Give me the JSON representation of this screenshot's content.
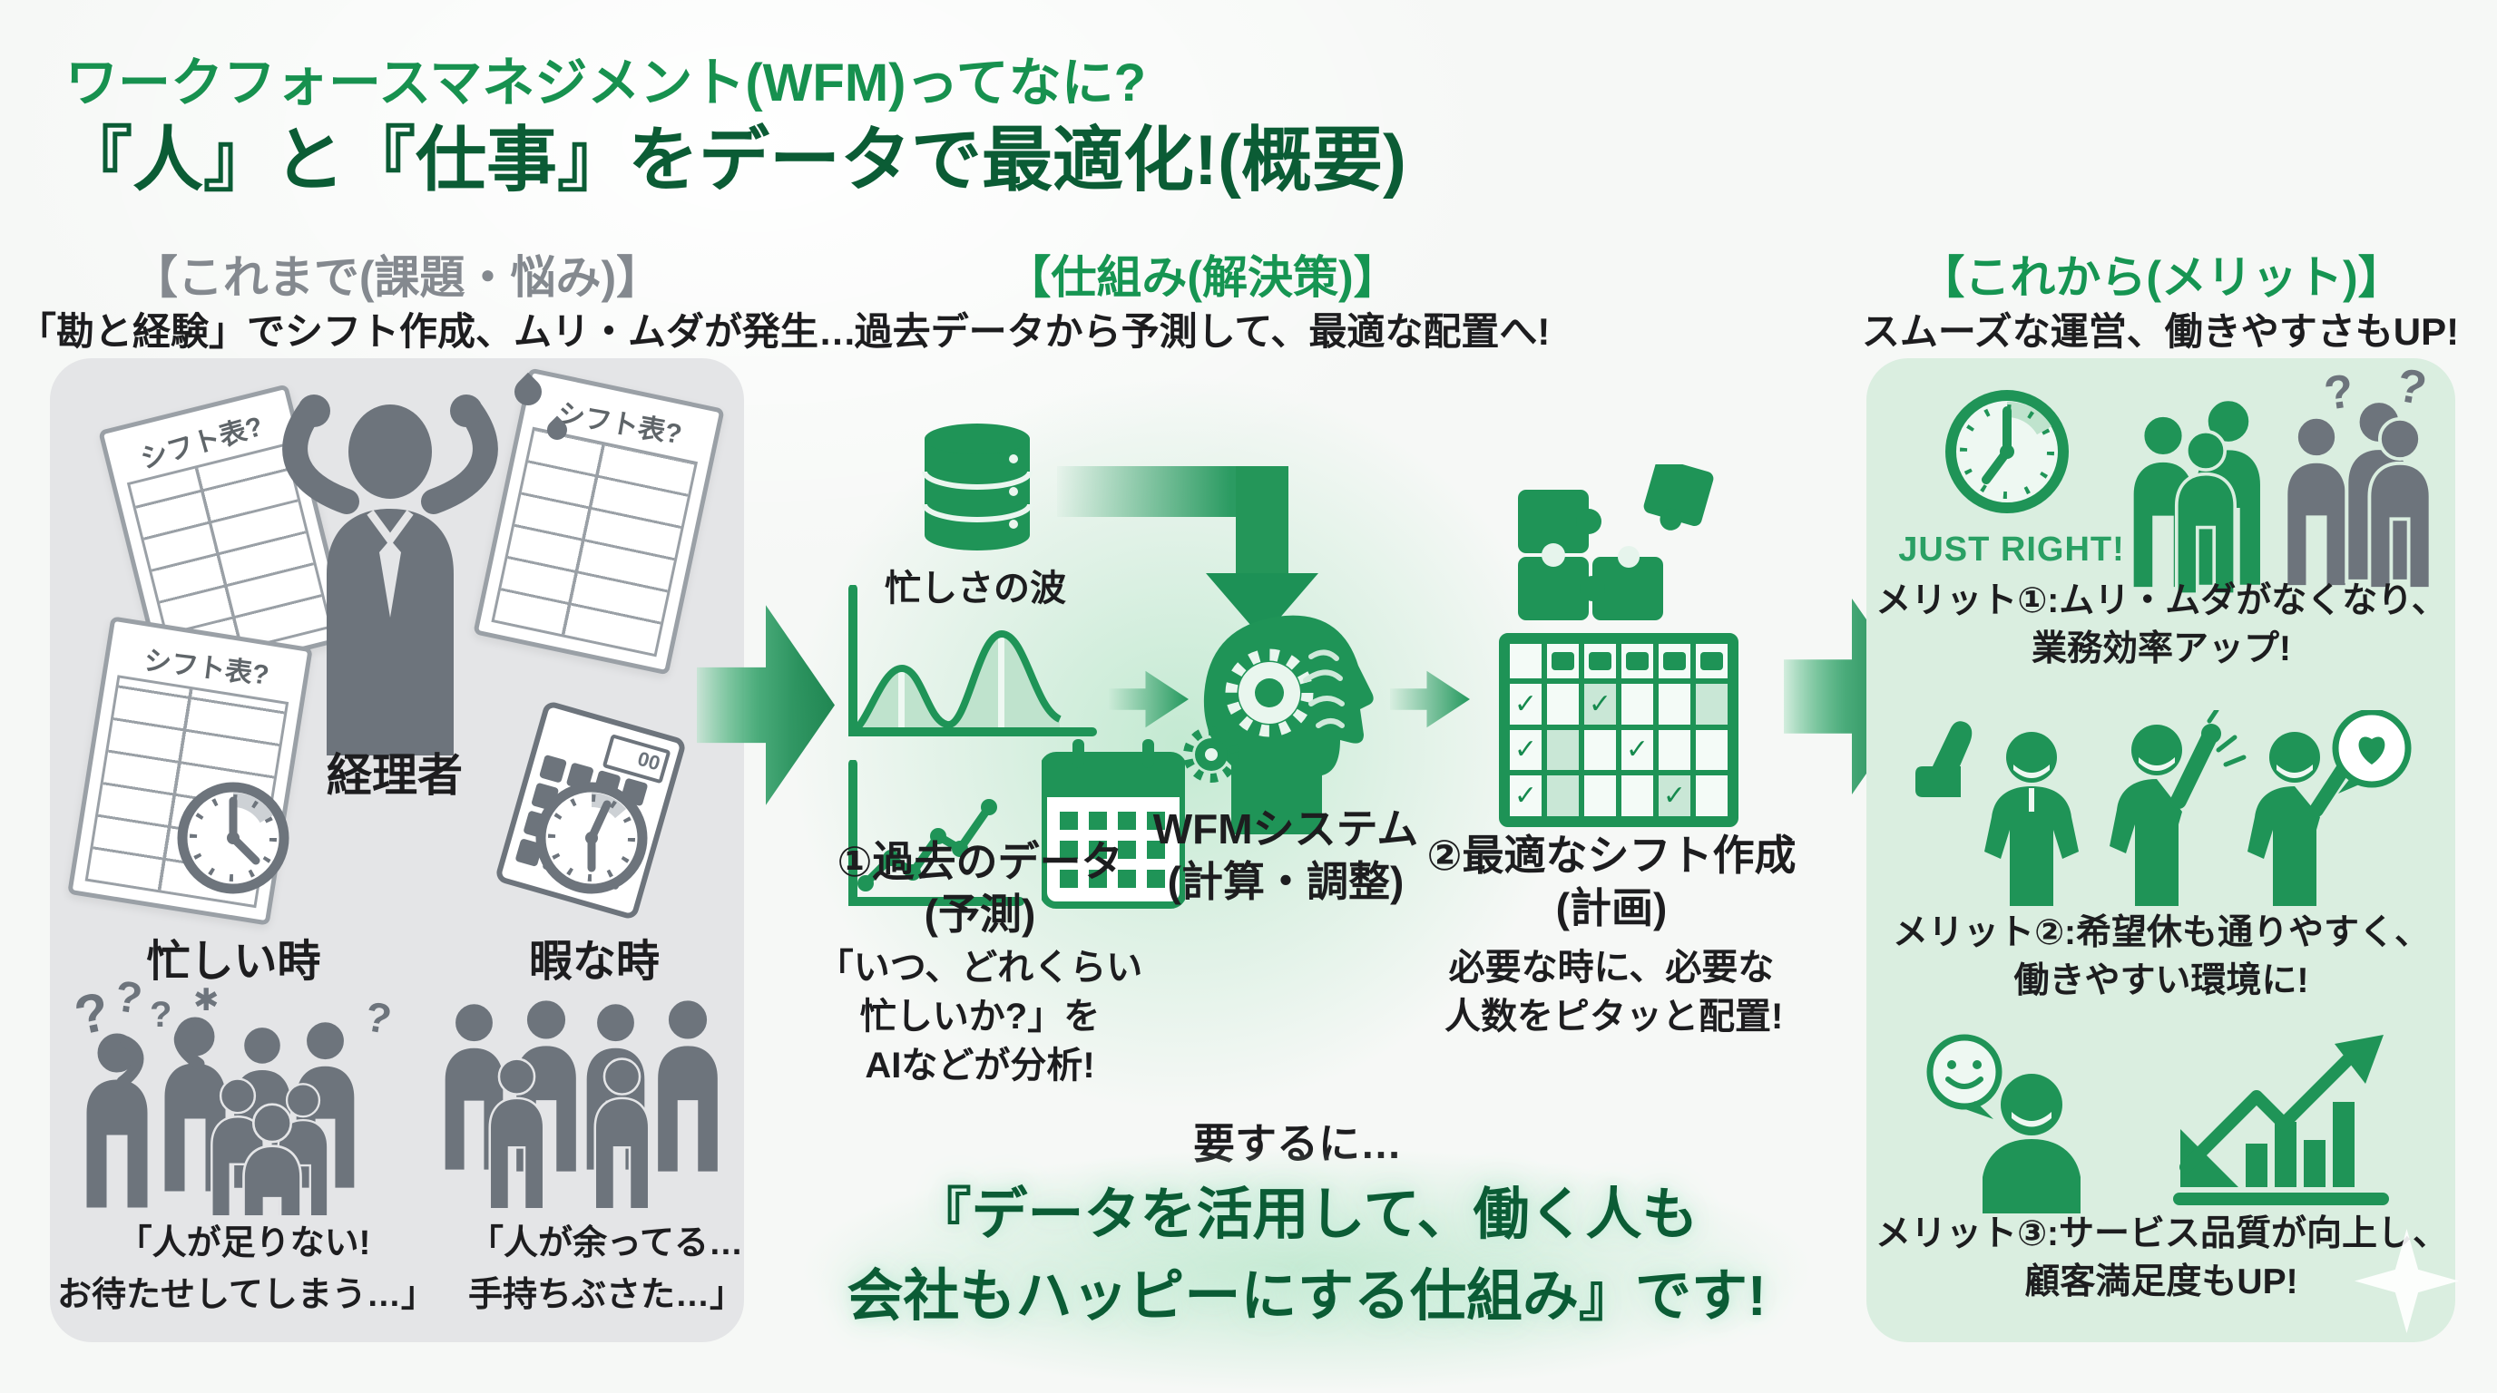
{
  "page": {
    "title_line1": "ワークフォースマネジメント(WFM)ってなに?",
    "title_line2": "『人』と『仕事』をデータで最適化!(概要)"
  },
  "icons": {
    "check": "✓",
    "question": "?",
    "spark": "✱"
  },
  "past": {
    "header": "【これまで(課題・悩み)】",
    "subheader": "「勘と経験」でシフト作成、ムリ・ムダが発生…",
    "paper_label": "シフト表?",
    "calc_display": "00",
    "manager_label": "経理者",
    "busy_clock_label": "忙しい時",
    "idle_clock_label": "暇な時",
    "busy_caption_line1": "「人が足りない!",
    "busy_caption_line2": "お待たせしてしまう…」",
    "idle_caption_line1": "「人が余ってる…",
    "idle_caption_line2": "手持ちぶさた…」"
  },
  "solution": {
    "header": "【仕組み(解決策)】",
    "subheader": "過去データから予測して、最適な配置へ!",
    "db_label": "忙しさの波",
    "step1_line1": "①過去のデータ",
    "step1_line2": "(予測)",
    "step1_desc_line1": "「いつ、どれくらい",
    "step1_desc_line2": "忙しいか?」を",
    "step1_desc_line3": "AIなどが分析!",
    "system_line1": "WFMシステム",
    "system_line2": "(計算・調整)",
    "step2_line1": "②最適なシフト作成",
    "step2_line2": "(計画)",
    "step2_desc_line1": "必要な時に、必要な",
    "step2_desc_line2": "人数をピタッと配置!",
    "summary_intro": "要するに…",
    "summary_line1": "『データを活用して、働く人も",
    "summary_line2": "会社もハッピーにする仕組み』です!"
  },
  "future": {
    "header": "【これから(メリット)】",
    "subheader": "スムーズな運営、働きやすさもUP!",
    "just_right": "JUST RIGHT!",
    "merit1_line1": "メリット①:ムリ・ムダがなくなり、",
    "merit1_line2": "業務効率アップ!",
    "merit2_line1": "メリット②:希望休も通りやすく、",
    "merit2_line2": "働きやすい環境に!",
    "merit3_line1": "メリット③:サービス品質が向上し、",
    "merit3_line2": "顧客満足度もUP!"
  }
}
